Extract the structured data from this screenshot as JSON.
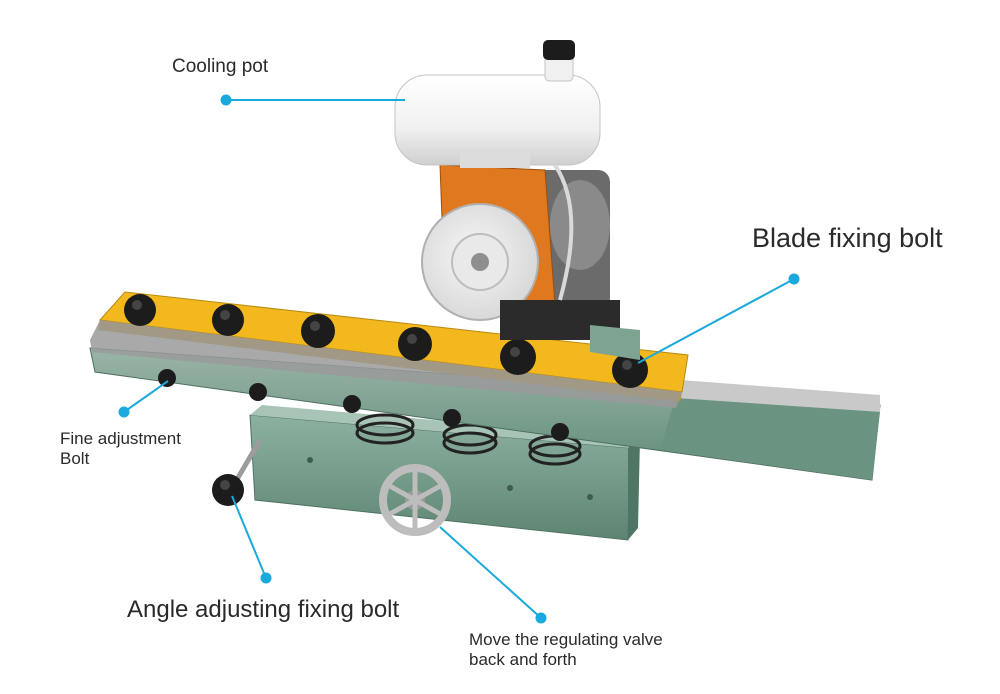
{
  "colors": {
    "callout": "#1aa9dc",
    "label_text": "#2a2a2a",
    "rail": "#6f9a86",
    "blade_plate": "#f3b81e",
    "tank": "#f2f2f2",
    "guard": "#e0781f",
    "knob": "#1c1c1c"
  },
  "labels": {
    "cooling_pot": "Cooling pot",
    "blade_fixing_bolt": "Blade fixing bolt",
    "fine_adjustment_line1": "Fine adjustment",
    "fine_adjustment_line2": "Bolt",
    "angle_adjusting": "Angle adjusting fixing bolt",
    "regulating_valve_line1": "Move the regulating valve",
    "regulating_valve_line2": "back and forth"
  },
  "icons": {
    "callout_marker": "dot-icon",
    "handwheel": "handwheel-icon",
    "knob": "star-knob-icon"
  }
}
